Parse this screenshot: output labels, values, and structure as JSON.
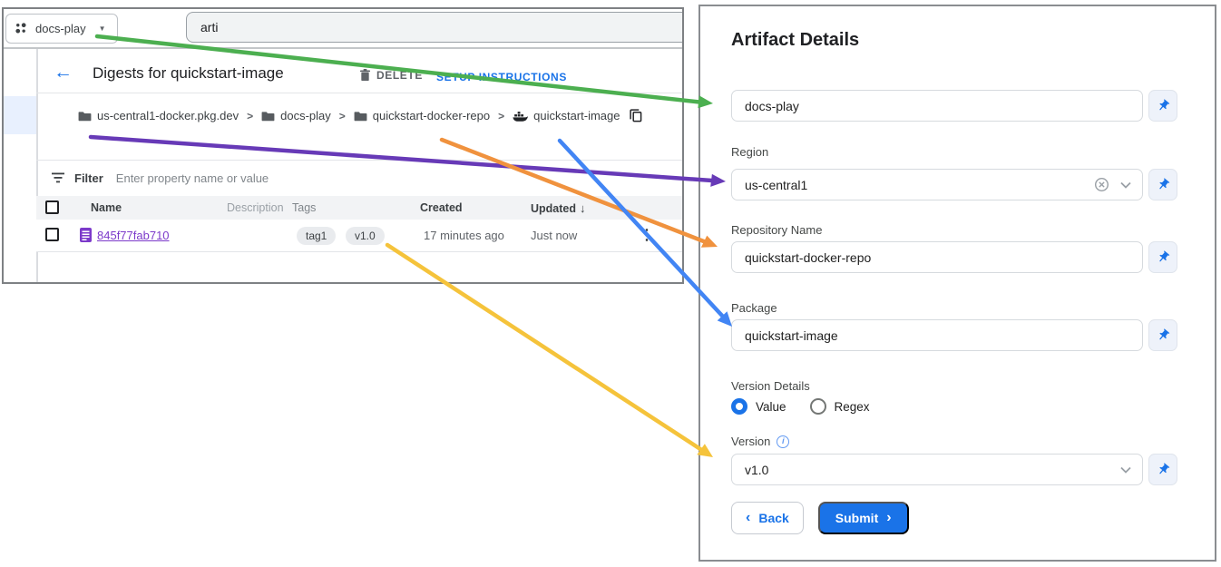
{
  "colors": {
    "arrow_green": "#4caf50",
    "arrow_purple": "#673ab7",
    "arrow_orange": "#f0923e",
    "arrow_blue": "#4285f4",
    "arrow_yellow": "#f5c33b",
    "accent_blue": "#1a73e8",
    "link_purple": "#7c3aca"
  },
  "console": {
    "project_selector": {
      "label": "docs-play",
      "caret": "▼"
    },
    "search": {
      "value": "arti"
    },
    "header": {
      "back_arrow": "←",
      "title": "Digests for quickstart-image",
      "delete_label": "DELETE",
      "setup_label": "SETUP INSTRUCTIONS"
    },
    "breadcrumb": {
      "separator": ">",
      "items": [
        "us-central1-docker.pkg.dev",
        "docs-play",
        "quickstart-docker-repo",
        "quickstart-image"
      ]
    },
    "filter": {
      "label": "Filter",
      "placeholder": "Enter property name or value"
    },
    "table": {
      "columns": [
        "Name",
        "Description",
        "Tags",
        "Created",
        "Updated"
      ],
      "sort_arrow": "↓",
      "kebab": "⋮",
      "row": {
        "name": "845f77fab710",
        "tags": [
          "tag1",
          "v1.0"
        ],
        "created": "17 minutes ago",
        "updated": "Just now"
      }
    }
  },
  "panel": {
    "title": "Artifact Details",
    "fields": [
      {
        "label": "",
        "value": "docs-play"
      },
      {
        "label": "Region",
        "value": "us-central1"
      },
      {
        "label": "Repository Name",
        "value": "quickstart-docker-repo"
      },
      {
        "label": "Package",
        "value": "quickstart-image"
      }
    ],
    "version_details": {
      "label": "Version Details",
      "options": [
        {
          "label": "Value",
          "selected": true
        },
        {
          "label": "Regex",
          "selected": false
        }
      ]
    },
    "version": {
      "label": "Version",
      "value": "v1.0"
    },
    "buttons": {
      "back": "Back",
      "back_chevron": "‹",
      "submit": "Submit",
      "submit_chevron": "›"
    }
  }
}
